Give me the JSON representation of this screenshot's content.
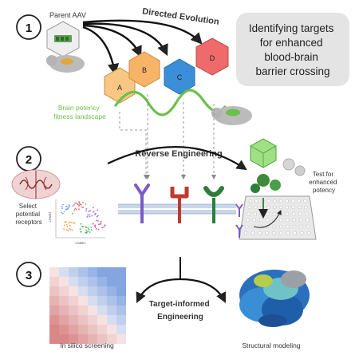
{
  "steps": [
    "1",
    "2",
    "3"
  ],
  "parent_label": "Parent AAV",
  "directed_evolution_label": "Directed Evolution",
  "heading_lines": [
    "Identifying targets",
    "for enhanced",
    "blood-brain",
    "barrier crossing"
  ],
  "variants": [
    {
      "name": "A",
      "color": "#f9c784"
    },
    {
      "name": "B",
      "color": "#f8b466"
    },
    {
      "name": "C",
      "color": "#3b8fd9"
    },
    {
      "name": "D",
      "color": "#ef6b6b"
    }
  ],
  "landscape_label_lines": [
    "Brain potency",
    "fitness landscape"
  ],
  "reverse_engineering_label": "Reverse Engineering",
  "select_receptors_lines": [
    "Select",
    "potential",
    "receptors"
  ],
  "tsne_axes": {
    "y": "t-SNE2",
    "x": "t-SNE1"
  },
  "test_label_lines": [
    "Test for",
    "enhanced",
    "potency"
  ],
  "target_informed_lines": [
    "Target-informed",
    "Engineering"
  ],
  "in_silico_label": "In silico screening",
  "structural_label": "Structural modeling",
  "colors": {
    "accent_green": "#6cc04a",
    "receptor_purple": "#7a5cc4",
    "receptor_red": "#c0392b",
    "receptor_green": "#2f7d3a"
  }
}
